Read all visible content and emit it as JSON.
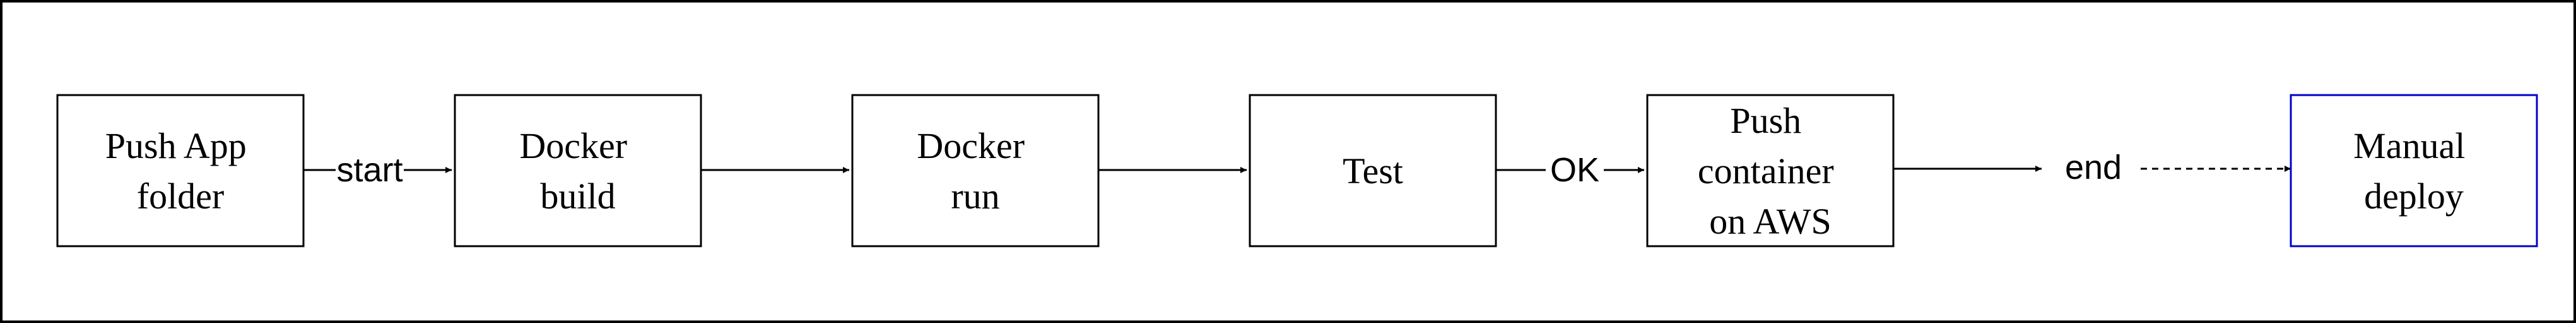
{
  "diagram": {
    "nodes": [
      {
        "id": "push-app",
        "lines": [
          "Push App",
          "folder"
        ],
        "border_color": "#000000"
      },
      {
        "id": "docker-build",
        "lines": [
          "Docker",
          "build"
        ],
        "border_color": "#000000"
      },
      {
        "id": "docker-run",
        "lines": [
          "Docker",
          "run"
        ],
        "border_color": "#000000"
      },
      {
        "id": "test",
        "lines": [
          "Test"
        ],
        "border_color": "#000000"
      },
      {
        "id": "push-container",
        "lines": [
          "Push",
          "container",
          "on AWS"
        ],
        "border_color": "#000000"
      },
      {
        "id": "manual-deploy",
        "lines": [
          "Manual",
          "deploy"
        ],
        "border_color": "#0000CC"
      }
    ],
    "edges": [
      {
        "from": "push-app",
        "to": "docker-build",
        "label": "start",
        "style": "solid"
      },
      {
        "from": "docker-build",
        "to": "docker-run",
        "label": "",
        "style": "solid"
      },
      {
        "from": "docker-run",
        "to": "test",
        "label": "",
        "style": "solid"
      },
      {
        "from": "test",
        "to": "push-container",
        "label": "OK",
        "style": "solid"
      },
      {
        "from": "push-container",
        "to": "end-label",
        "label": "",
        "style": "solid"
      },
      {
        "from": "end-label",
        "to": "manual-deploy",
        "label": "",
        "style": "dashed"
      }
    ],
    "free_labels": [
      {
        "id": "end-label",
        "text": "end"
      }
    ],
    "colors": {
      "stroke": "#000000",
      "highlight_border": "#0000CC"
    }
  }
}
